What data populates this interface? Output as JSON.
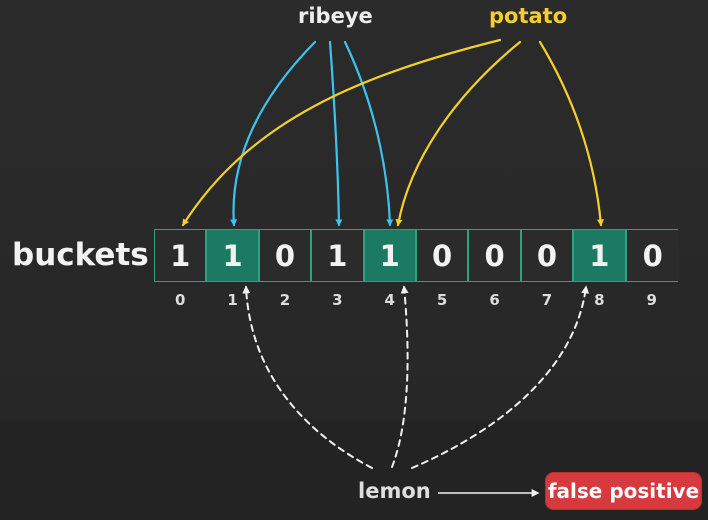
{
  "diagram": {
    "keys": {
      "ribeye": "ribeye",
      "potato": "potato",
      "lemon": "lemon"
    },
    "row_label": "buckets",
    "bits": [
      "1",
      "1",
      "0",
      "1",
      "1",
      "0",
      "0",
      "0",
      "1",
      "0"
    ],
    "indices": [
      "0",
      "1",
      "2",
      "3",
      "4",
      "5",
      "6",
      "7",
      "8",
      "9"
    ],
    "highlighted_buckets": [
      1,
      4,
      8
    ],
    "hash_targets": {
      "ribeye": [
        1,
        3,
        4
      ],
      "potato": [
        0,
        4,
        8
      ],
      "lemon": [
        1,
        4,
        8
      ]
    },
    "result": "false positive"
  },
  "colors": {
    "background": "#2a2a2a",
    "ribeye_arrow": "#3cc4ee",
    "potato_arrow": "#f2cf2a",
    "lemon_arrow": "#f0f0f0",
    "bucket_border": "#2aa37e",
    "bucket_highlight": "#1d7a62",
    "badge": "#d63a3f"
  }
}
